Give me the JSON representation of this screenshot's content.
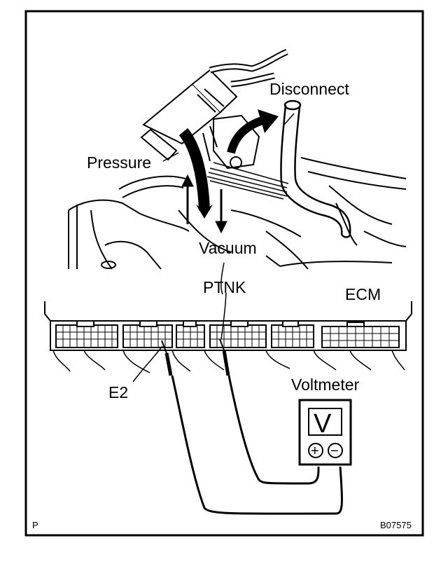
{
  "labels": {
    "disconnect": "Disconnect",
    "pressure": "Pressure",
    "vacuum": "Vacuum",
    "ptnk": "PTNK",
    "ecm": "ECM",
    "e2": "E2",
    "voltmeter": "Voltmeter",
    "meter_symbol": "V",
    "plus": "+",
    "minus": "−",
    "corner_letter": "P",
    "figure_code": "B07575"
  }
}
